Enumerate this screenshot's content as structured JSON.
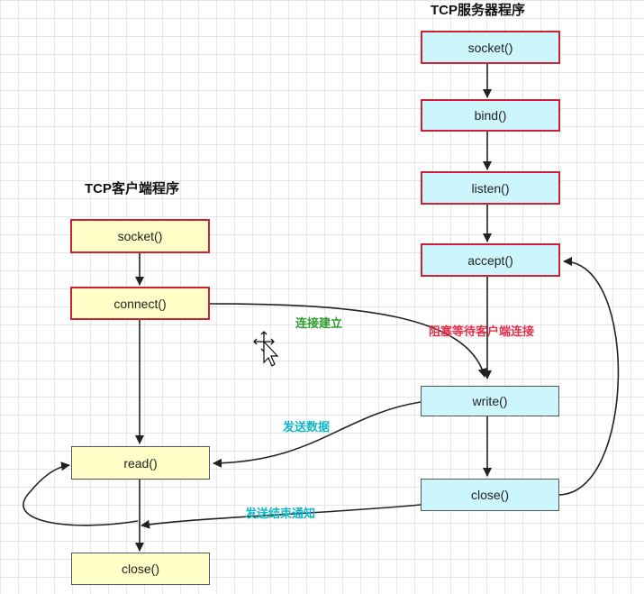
{
  "server": {
    "title": "TCP服务器程序",
    "steps": [
      "socket()",
      "bind()",
      "listen()",
      "accept()",
      "write()",
      "close()"
    ]
  },
  "client": {
    "title": "TCP客户端程序",
    "steps": [
      "socket()",
      "connect()",
      "read()",
      "close()"
    ]
  },
  "labels": {
    "connection": "连接建立",
    "blocking": "阻塞等待客户端连接",
    "send_data": "发送数据",
    "send_end": "发送结束通知"
  },
  "colors": {
    "client_fill": "#ffffc8",
    "server_fill": "#ccf6fb",
    "highlight_border": "#cc2233",
    "arrow": "#222222",
    "label_green": "#2e9d2e",
    "label_cyan": "#11b6c9",
    "label_red": "#e0304a"
  }
}
